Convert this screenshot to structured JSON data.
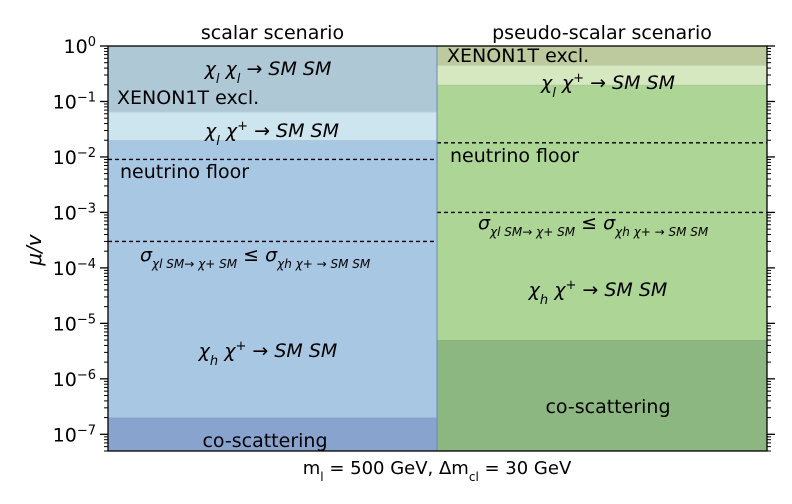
{
  "chart_data": {
    "type": "area",
    "y_scale": "log",
    "ylim": [
      5e-08,
      1
    ],
    "ylabel": "μ/v",
    "xlabel": "m_l = 500 GeV, Δm_cl = 30 GeV",
    "y_ticks": [
      {
        "value": 1,
        "label": "10^0"
      },
      {
        "value": 0.1,
        "label": "10^−1"
      },
      {
        "value": 0.01,
        "label": "10^−2"
      },
      {
        "value": 0.001,
        "label": "10^−3"
      },
      {
        "value": 0.0001,
        "label": "10^−4"
      },
      {
        "value": 1e-05,
        "label": "10^−5"
      },
      {
        "value": 1e-06,
        "label": "10^−6"
      },
      {
        "value": 1e-07,
        "label": "10^−7"
      }
    ],
    "panels": [
      {
        "title": "scalar scenario",
        "regions": [
          {
            "from": 5e-08,
            "to": 2e-07,
            "color": "#89a3cf",
            "label": "co-scattering"
          },
          {
            "from": 2e-07,
            "to": 0.02,
            "color": "#a8c7e3",
            "label": "χ_h χ+ → SM SM"
          },
          {
            "from": 0.02,
            "to": 0.065,
            "color": "#cde5ee",
            "label": "χ_l χ+ → SM SM"
          },
          {
            "from": 0.065,
            "to": 1,
            "color": "#aec8d6",
            "label": "χ_l χ_l → SM SM"
          }
        ],
        "exclusion": {
          "from": 0.065,
          "label": "XENON1T excl."
        },
        "lines": [
          {
            "value": 0.009,
            "label": "neutrino floor"
          },
          {
            "value": 0.0003,
            "label": "σ_{χl SM→ χ+ SM} ≤ σ_{χh χ+ → SM SM}"
          }
        ]
      },
      {
        "title": "pseudo-scalar scenario",
        "regions": [
          {
            "from": 5e-08,
            "to": 5e-06,
            "color": "#8cb780",
            "label": "co-scattering"
          },
          {
            "from": 5e-06,
            "to": 0.2,
            "color": "#acd596",
            "label": "χ_h χ+ → SM SM"
          },
          {
            "from": 0.2,
            "to": 0.45,
            "color": "#d6e8bf",
            "label": "χ_l χ+ → SM SM"
          },
          {
            "from": 0.45,
            "to": 1,
            "color": "#bcca9d",
            "label": ""
          }
        ],
        "exclusion": {
          "from": 0.45,
          "label": "XENON1T excl."
        },
        "lines": [
          {
            "value": 0.018,
            "label": "neutrino floor"
          },
          {
            "value": 0.001,
            "label": "σ_{χl SM→ χ+ SM} ≤ σ_{χh χ+ → SM SM}"
          }
        ]
      }
    ]
  }
}
